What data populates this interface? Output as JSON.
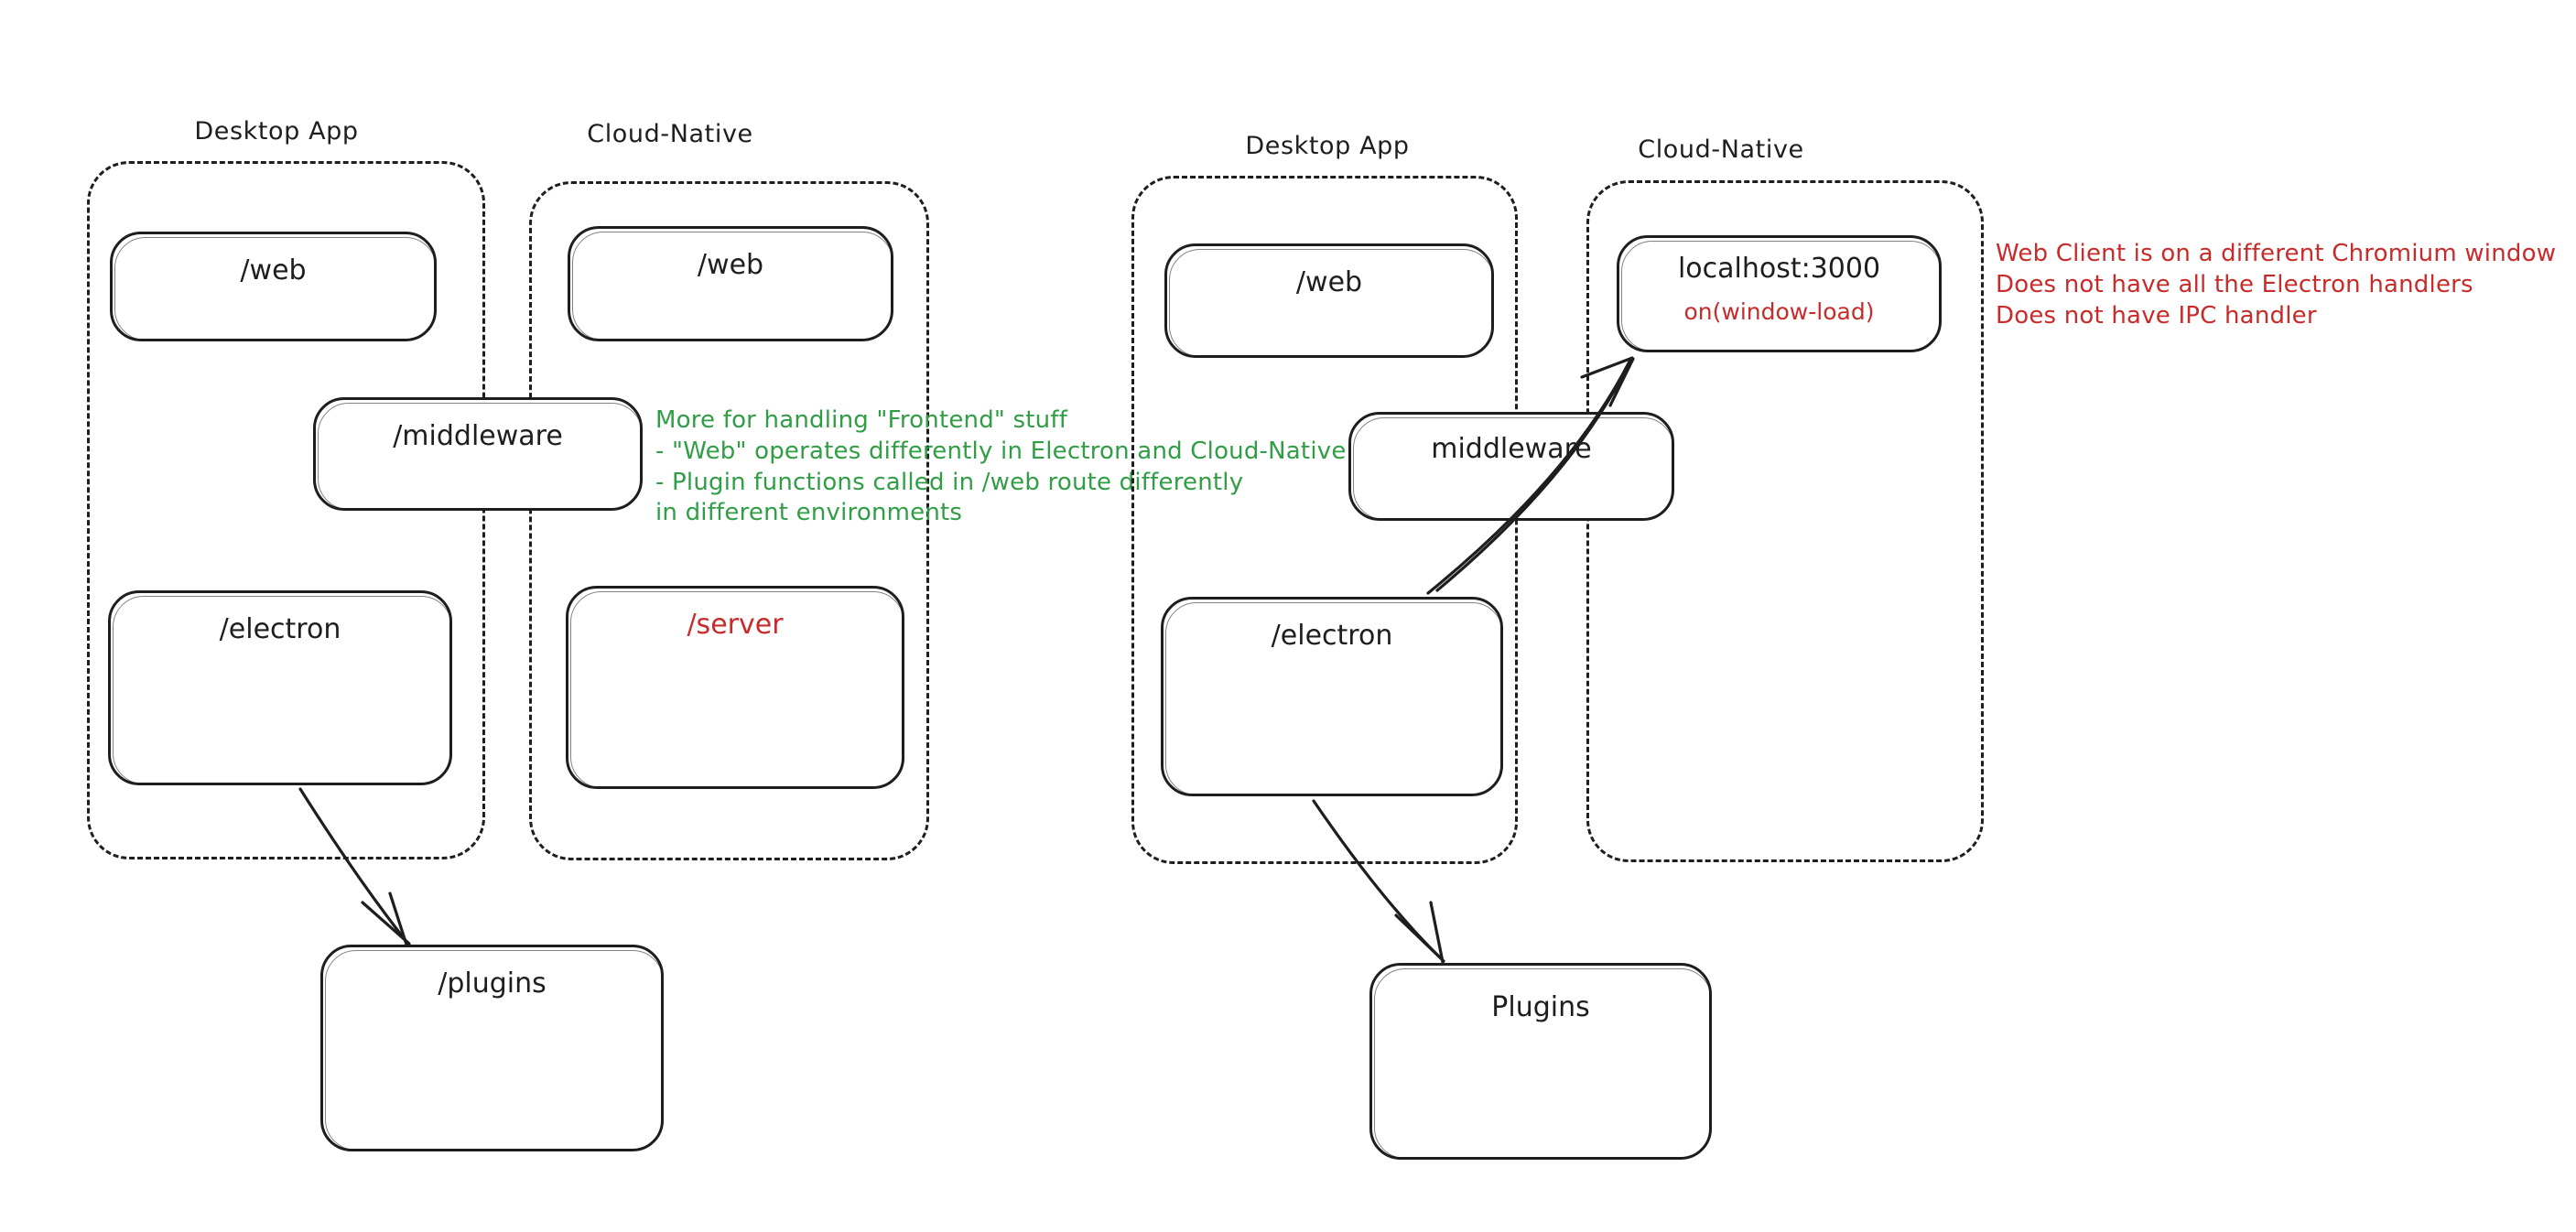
{
  "diagram": {
    "title": "Desktop App vs Cloud-Native architecture",
    "colors": {
      "stroke": "#1e1e1e",
      "green": "#2f9e44",
      "red": "#c92a2a",
      "background": "#ffffff"
    }
  },
  "left_panel": {
    "groups": [
      {
        "id": "left-desktop-app",
        "label": "Desktop App"
      },
      {
        "id": "left-cloud-native",
        "label": "Cloud-Native"
      }
    ],
    "nodes": [
      {
        "id": "left-desktop-web",
        "label": "/web"
      },
      {
        "id": "left-cloud-web",
        "label": "/web"
      },
      {
        "id": "left-middleware",
        "label": "/middleware"
      },
      {
        "id": "left-desktop-electron",
        "label": "/electron"
      },
      {
        "id": "left-cloud-server",
        "label": "/server"
      },
      {
        "id": "left-plugins",
        "label": "/plugins"
      }
    ],
    "annotation": "More for handling \"Frontend\" stuff\n- \"Web\" operates differently in Electron and Cloud-Native\n- Plugin functions called in /web route differently\nin different environments"
  },
  "right_panel": {
    "groups": [
      {
        "id": "right-desktop-app",
        "label": "Desktop App"
      },
      {
        "id": "right-cloud-native",
        "label": "Cloud-Native"
      }
    ],
    "nodes": [
      {
        "id": "right-desktop-web",
        "label": "/web"
      },
      {
        "id": "right-localhost",
        "label": "localhost:3000",
        "sublabel": "on(window-load)"
      },
      {
        "id": "right-middleware",
        "label": "middleware"
      },
      {
        "id": "right-desktop-electron",
        "label": "/electron"
      },
      {
        "id": "right-plugins",
        "label": "Plugins"
      }
    ],
    "annotation": "Web Client is on a different Chromium window\nDoes not have all the Electron handlers\nDoes not have IPC handler"
  }
}
